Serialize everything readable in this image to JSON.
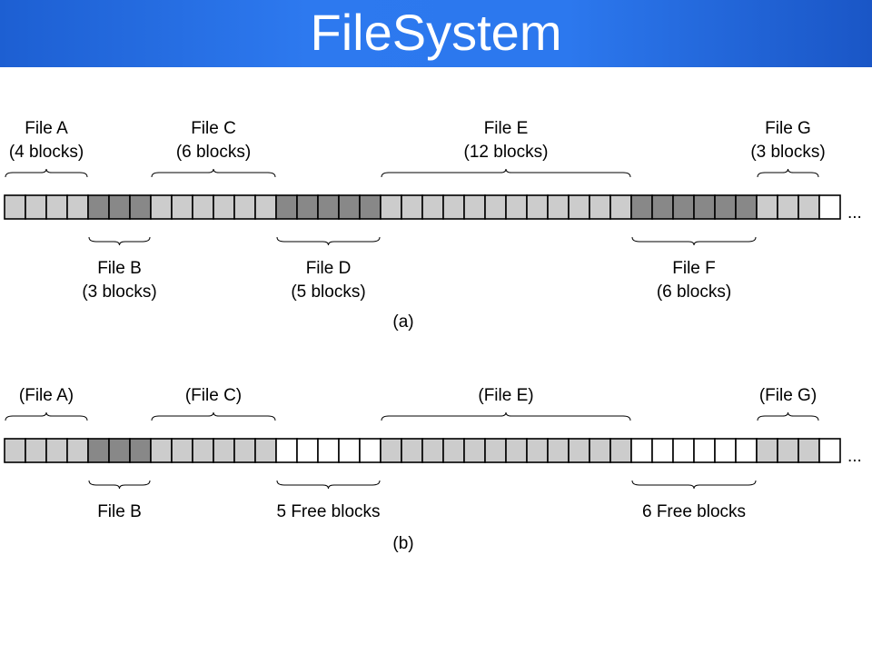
{
  "title": "FileSystem",
  "colors": {
    "used_light": "#cccccc",
    "used_dark": "#888888",
    "free": "#ffffff",
    "outline": "#000000",
    "title_bar": "#2d79ef",
    "title_text": "#ffffff"
  },
  "ellipsis": "...",
  "diagrams": [
    {
      "id": "a",
      "caption": "(a)",
      "segments": [
        {
          "label_lines": [
            "File A",
            "(4 blocks)"
          ],
          "blocks": 4,
          "fill": "light",
          "label_position": "above"
        },
        {
          "label_lines": [
            "File B",
            "(3 blocks)"
          ],
          "blocks": 3,
          "fill": "dark",
          "label_position": "below"
        },
        {
          "label_lines": [
            "File C",
            "(6 blocks)"
          ],
          "blocks": 6,
          "fill": "light",
          "label_position": "above"
        },
        {
          "label_lines": [
            "File D",
            "(5 blocks)"
          ],
          "blocks": 5,
          "fill": "dark",
          "label_position": "below"
        },
        {
          "label_lines": [
            "File E",
            "(12 blocks)"
          ],
          "blocks": 12,
          "fill": "light",
          "label_position": "above"
        },
        {
          "label_lines": [
            "File F",
            "(6 blocks)"
          ],
          "blocks": 6,
          "fill": "dark",
          "label_position": "below"
        },
        {
          "label_lines": [
            "File G",
            "(3 blocks)"
          ],
          "blocks": 3,
          "fill": "light",
          "label_position": "above"
        },
        {
          "label_lines": [],
          "blocks": 1,
          "fill": "free",
          "label_position": "none"
        }
      ]
    },
    {
      "id": "b",
      "caption": "(b)",
      "segments": [
        {
          "label_lines": [
            "(File A)"
          ],
          "blocks": 4,
          "fill": "light",
          "label_position": "above"
        },
        {
          "label_lines": [
            "File B"
          ],
          "blocks": 3,
          "fill": "dark",
          "label_position": "below"
        },
        {
          "label_lines": [
            "(File C)"
          ],
          "blocks": 6,
          "fill": "light",
          "label_position": "above"
        },
        {
          "label_lines": [
            "5 Free blocks"
          ],
          "blocks": 5,
          "fill": "free",
          "label_position": "below"
        },
        {
          "label_lines": [
            "(File E)"
          ],
          "blocks": 12,
          "fill": "light",
          "label_position": "above"
        },
        {
          "label_lines": [
            "6 Free blocks"
          ],
          "blocks": 6,
          "fill": "free",
          "label_position": "below"
        },
        {
          "label_lines": [
            "(File G)"
          ],
          "blocks": 3,
          "fill": "light",
          "label_position": "above"
        },
        {
          "label_lines": [],
          "blocks": 1,
          "fill": "free",
          "label_position": "none"
        }
      ]
    }
  ]
}
